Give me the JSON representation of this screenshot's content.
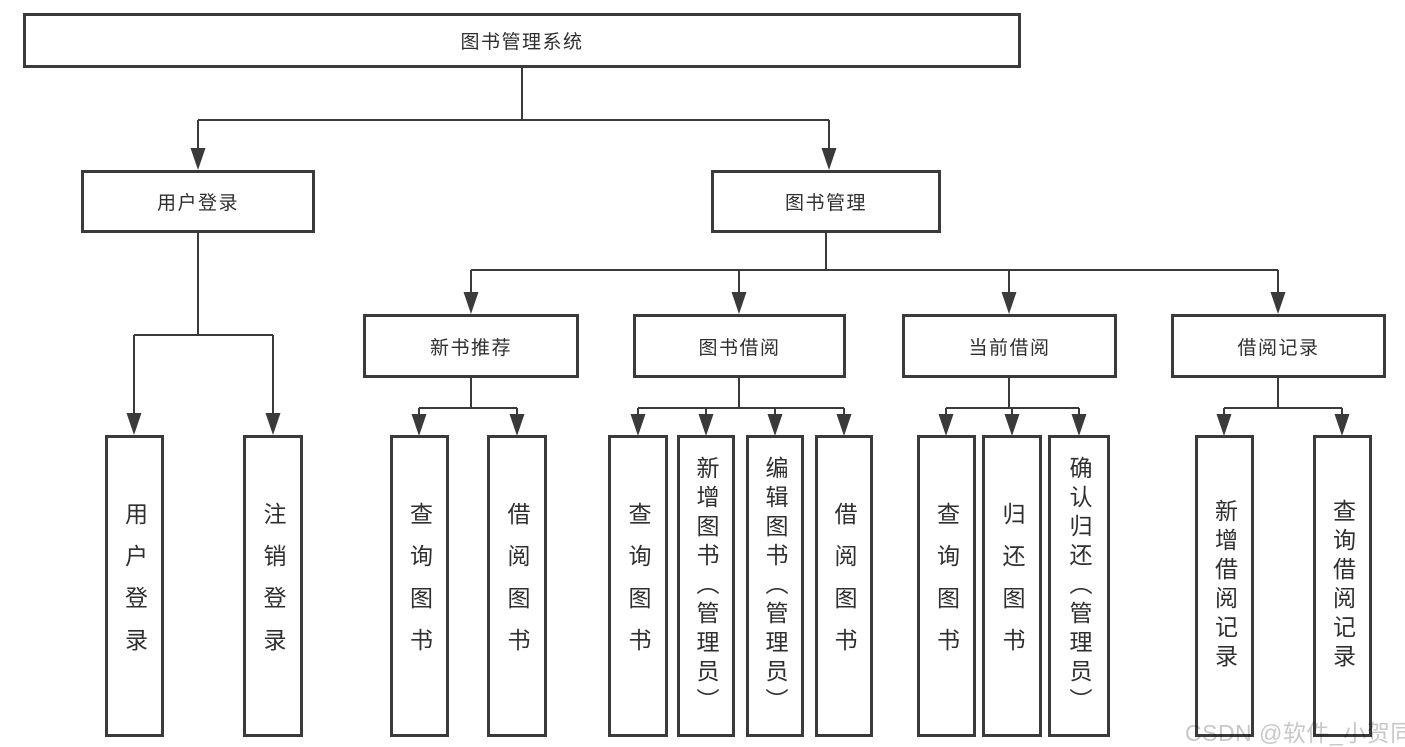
{
  "tree": {
    "root": "图书管理系统",
    "level2": [
      "用户登录",
      "图书管理"
    ],
    "level3": [
      "新书推荐",
      "图书借阅",
      "当前借阅",
      "借阅记录"
    ],
    "leaves": [
      "用户登录",
      "注销登录",
      "查询图书",
      "借阅图书",
      "查询图书",
      "新增图书（管理员）",
      "编辑图书（管理员）",
      "借阅图书",
      "查询图书",
      "归还图书",
      "确认归还（管理员）",
      "新增借阅记录",
      "查询借阅记录"
    ]
  },
  "watermark": "CSDN @软件_小贺同学",
  "colors": {
    "line": "#3a3a3a",
    "text": "#2f2f2f",
    "watermark": "#c8c8c8",
    "background": "#ffffff"
  }
}
